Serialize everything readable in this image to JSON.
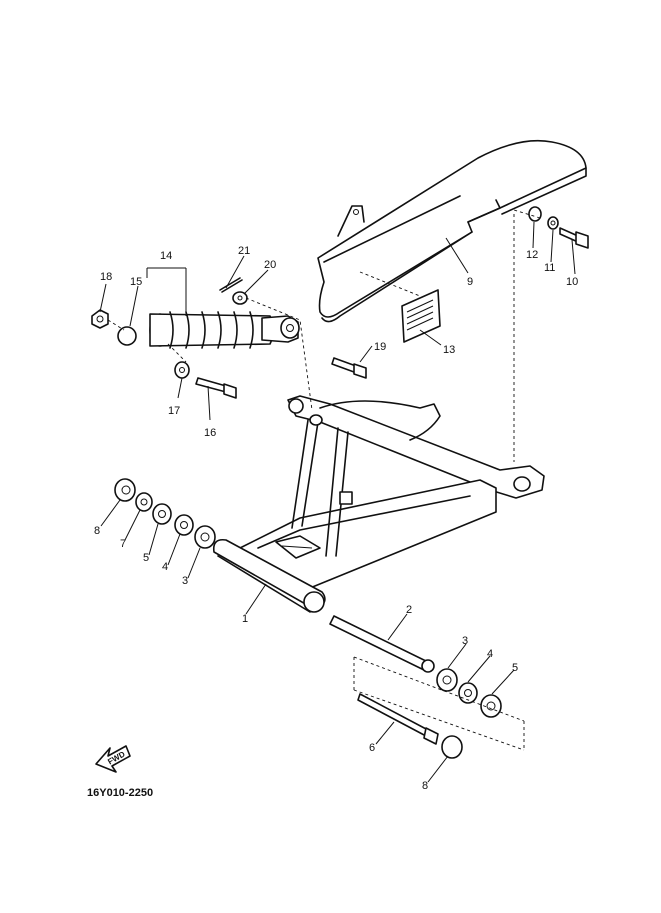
{
  "part_labels": {
    "p1": "1",
    "p2": "2",
    "p3a": "3",
    "p3b": "3",
    "p4a": "4",
    "p4b": "4",
    "p5a": "5",
    "p5b": "5",
    "p6": "6",
    "p7": "7",
    "p8a": "8",
    "p8b": "8",
    "p9": "9",
    "p10": "10",
    "p11": "11",
    "p12": "12",
    "p13": "13",
    "p14": "14",
    "p15": "15",
    "p16": "16",
    "p17": "17",
    "p18": "18",
    "p19": "19",
    "p20": "20",
    "p21": "21"
  },
  "direction_label": "FWD",
  "diagram_code": "16Y010-2250"
}
